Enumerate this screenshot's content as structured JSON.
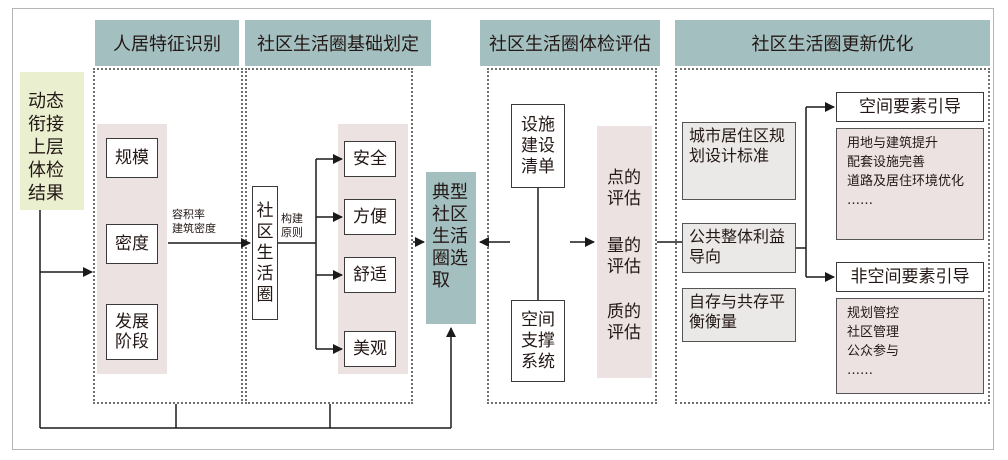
{
  "headers": {
    "h1": "人居特征识别",
    "h2": "社区生活圈基础划定",
    "h3": "社区生活圈体检评估",
    "h4": "社区生活圈更新优化"
  },
  "left_box": "动态衔接上层体检结果",
  "features": [
    "规模",
    "密度",
    "发展阶段"
  ],
  "edge_label_density": "容积率\n建筑密度",
  "community_box": "社区生活圈",
  "edge_label_principle": "构建原则",
  "principles": [
    "安全",
    "方便",
    "舒适",
    "美观"
  ],
  "typical_box": "典型社区生活圈选取",
  "facilities_list": "设施建设清单",
  "support_system": "空间支撑系统",
  "evaluations": [
    "点的评估",
    "量的评估",
    "质的评估"
  ],
  "standards": "城市居住区规划设计标准",
  "public_interest": "公共整体利益导向",
  "balance": "自存与共存平衡衡量",
  "spatial_guide": "空间要素引导",
  "spatial_items": "用地与建筑提升\n配套设施完善\n道路及居住环境优化\n……",
  "nonspatial_guide": "非空间要素引导",
  "nonspatial_items": "规划管控\n社区管理\n公众参与\n……",
  "colors": {
    "header_fill": "#a3bfc0",
    "typical_fill": "#a3bfc0",
    "left_fill": "#eaf0cf",
    "pink_fill": "#ede2e2",
    "gray_fill": "#eae9e8"
  }
}
